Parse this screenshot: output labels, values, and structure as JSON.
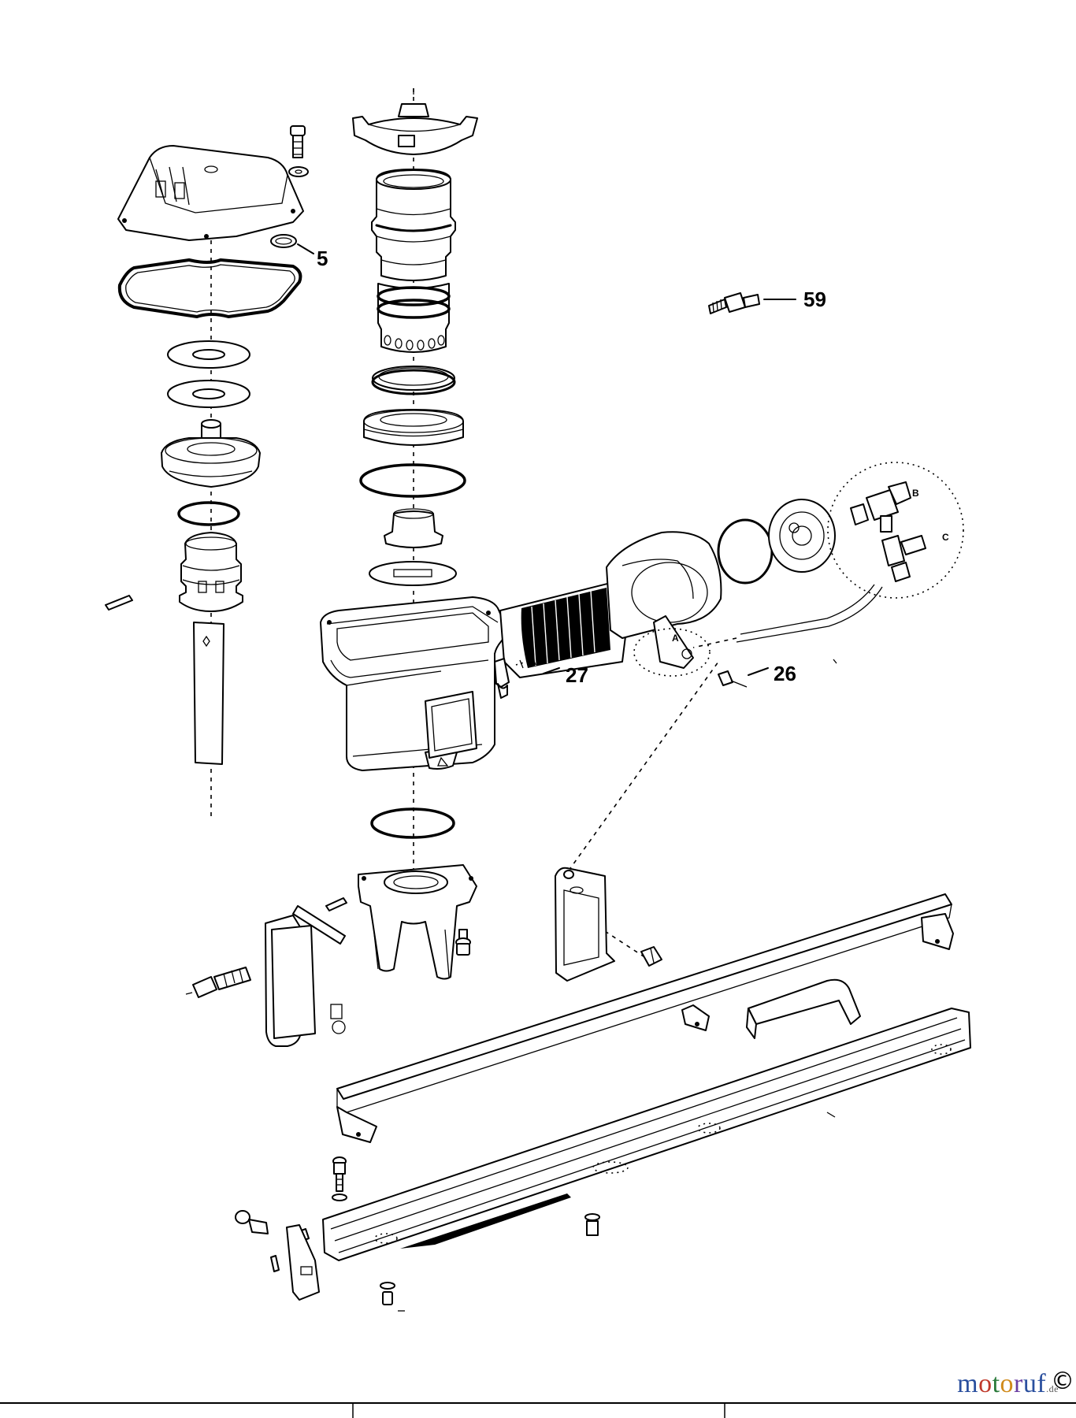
{
  "callouts": {
    "c5": "5",
    "c59": "59",
    "c27": "27",
    "c26": "26"
  },
  "detail_letters": {
    "a": "A",
    "b": "B",
    "c": "C"
  },
  "watermark": {
    "text": "motoruf",
    "suffix": ".de",
    "copyright": "©"
  }
}
